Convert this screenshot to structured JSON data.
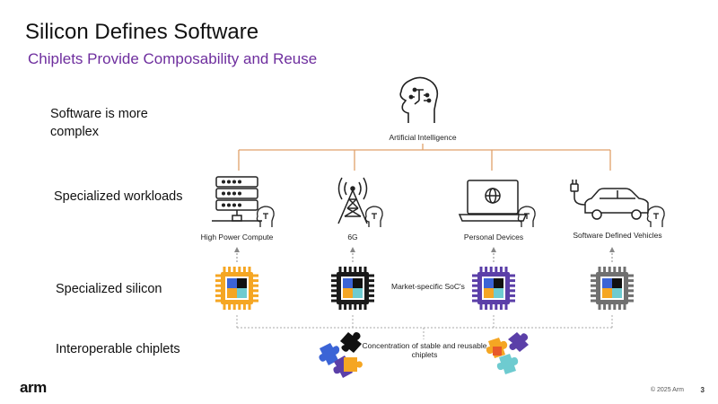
{
  "slide": {
    "title": "Silicon Defines Software",
    "subtitle": "Chiplets Provide Composability and Reuse",
    "page_number": "3",
    "copyright": "© 2025 Arm",
    "logo_text": "arm"
  },
  "rows": {
    "software": "Software is more complex",
    "workloads": "Specialized workloads",
    "silicon": "Specialized silicon",
    "chiplets": "Interoperable chiplets"
  },
  "diagram": {
    "ai_label": "Artificial Intelligence",
    "workloads": [
      {
        "label": "High Power Compute",
        "icon": "server-icon"
      },
      {
        "label": "6G",
        "icon": "cell-tower-icon"
      },
      {
        "label": "Personal Devices",
        "icon": "laptop-icon"
      },
      {
        "label": "Software Defined Vehicles",
        "icon": "car-icon"
      }
    ],
    "soc_label": "Market-specific SoC's",
    "chiplet_label": "Concentration of stable and reusable chiplets"
  },
  "colors": {
    "accent_purple": "#6e2e9e",
    "connector_orange": "#e0a06a",
    "chip_orange": "#f5a623",
    "chip_black": "#1a1a1a",
    "chip_purple": "#5b3fa8",
    "chip_gray": "#707070",
    "puzzle_blue": "#3b64d6",
    "puzzle_orange": "#f5a623",
    "puzzle_teal": "#6ecbd0",
    "puzzle_purple": "#5b3fa8"
  }
}
